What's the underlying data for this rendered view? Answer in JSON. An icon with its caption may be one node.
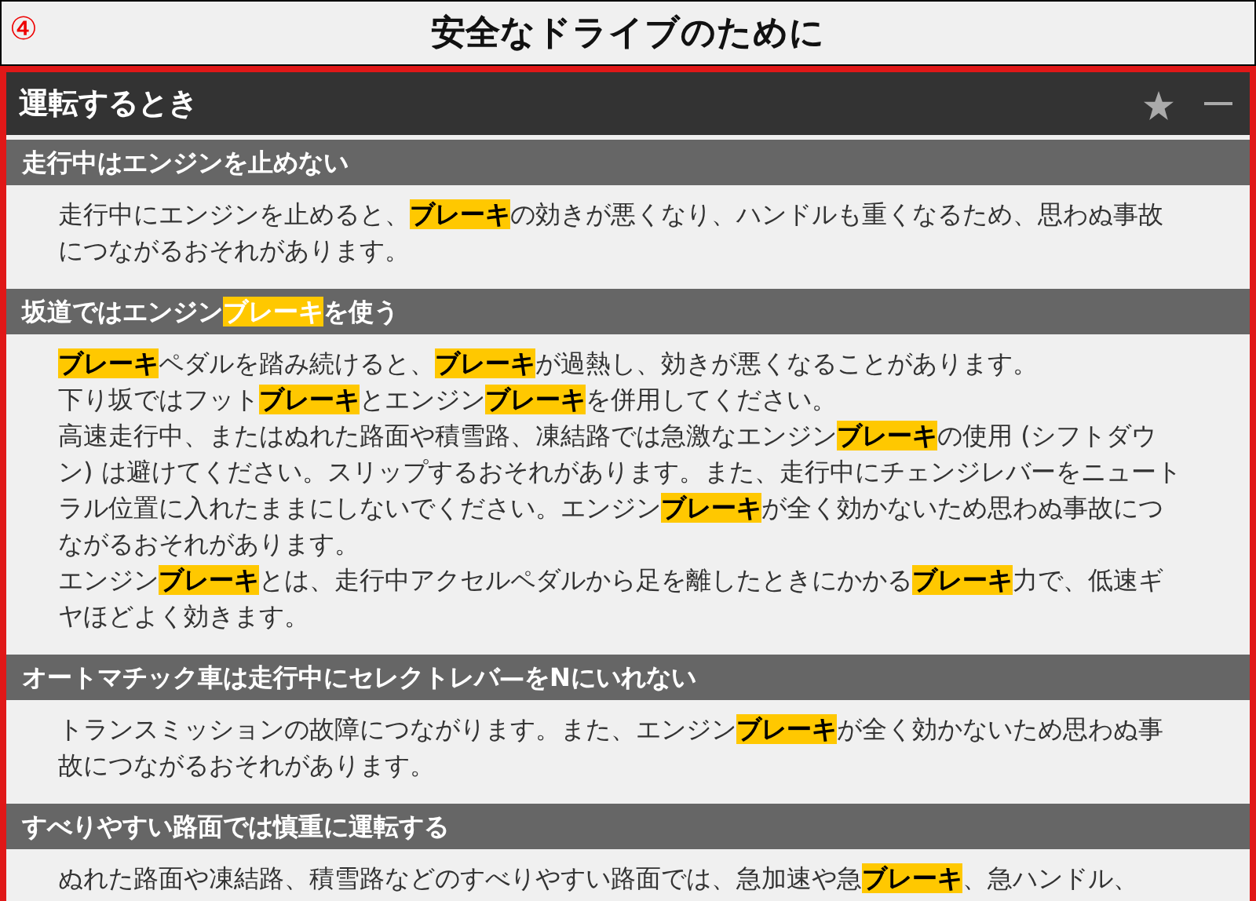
{
  "diagram": {
    "title": "安全なドライブのために",
    "labels": [
      "④",
      "運転するとき",
      "走行中はエンジンを止めない",
      "走行中にエンジンを止めると、**ブレーキ**の効きが悪くなり、ハンドルも重くなるため、思わぬ事故につながるおそれがあります。",
      "坂道ではエンジン**ブレーキ**を使う",
      "**ブレーキ**ペダルを踏み続けると、**ブレーキ**が過熱し、効きが悪くなることがあります。",
      "下り坂ではフット**ブレーキ**とエンジン**ブレーキ**を併用してください。",
      "高速走行中、またはぬれた路面や積雪路、凍結路では急激なエンジン**ブレーキ**の使用 (シフトダウン) は避けてください。スリップするおそれがあります。また、走行中にチェンジレバーをニュートラル位置に入れたままにしないでください。エンジン**ブレーキ**が全く効かないため思わぬ事故につながるおそれがあります。",
      "エンジン**ブレーキ**とは、走行中アクセルペダルから足を離したときにかかる**ブレーキ**力で、低速ギヤほどよく効きます。",
      "オートマチック車は走行中にセレクトレバ—をNにいれない",
      "トランスミッションの故障につながります。また、エンジン**ブレーキ**が全く効かないため思わぬ事故につながるおそれがあります。",
      "すべりやすい路面では慎重に運転する",
      "ぬれた路面や凍結路、積雪路などのすべりやすい路面では、急加速や急**ブレーキ**、急ハンドル、"
    ]
  }
}
